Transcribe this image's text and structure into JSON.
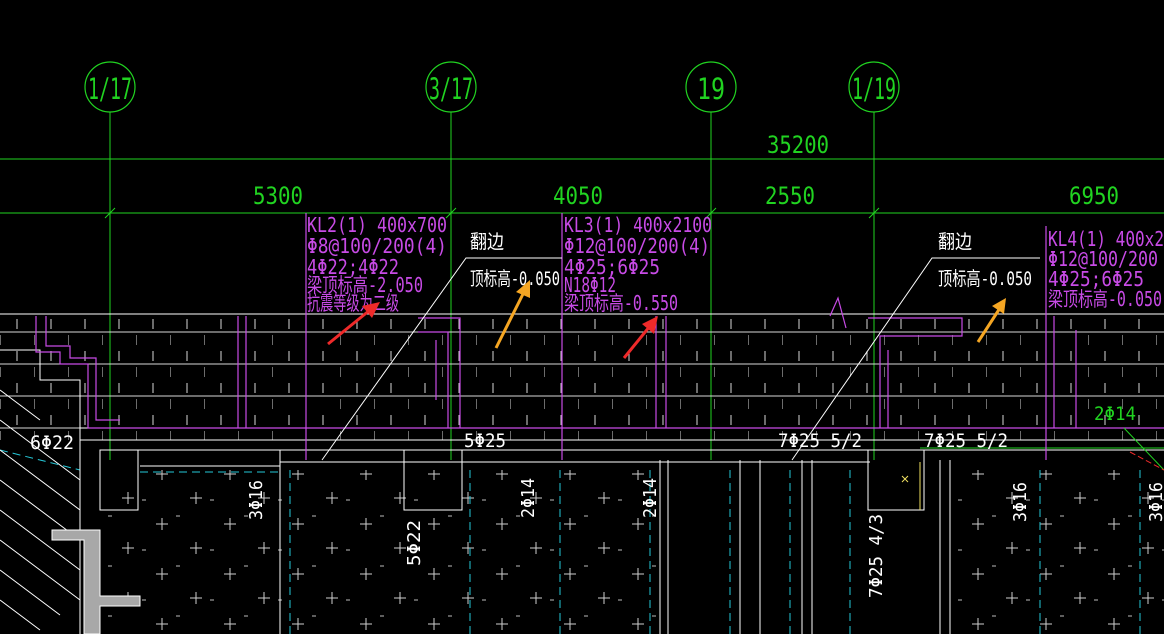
{
  "axes": [
    {
      "label": "1/17"
    },
    {
      "label": "3/17"
    },
    {
      "label": "19"
    },
    {
      "label": "1/19"
    }
  ],
  "dimensions": {
    "overall": "35200",
    "segments": [
      "5300",
      "4050",
      "2550",
      "6950"
    ]
  },
  "beams": {
    "kl2": {
      "line1": "KL2(1) 400x700",
      "line2": "Φ8@100/200(4)",
      "line3": "4Φ22;4Φ22",
      "line4": "梁顶标高-2.050",
      "line5": "抗震等级为二级"
    },
    "kl3": {
      "line1": "KL3(1) 400x2100",
      "line2": "Φ12@100/200(4)",
      "line3": "4Φ25;6Φ25",
      "line4": "N18Φ12",
      "line5": "梁顶标高-0.550"
    },
    "kl4": {
      "line1": "KL4(1) 400x2",
      "line2": "Φ12@100/200",
      "line3": "4Φ25;6Φ25",
      "line4": "梁顶标高-0.050"
    }
  },
  "notes": {
    "left": {
      "title": "翻边",
      "elevation": "顶标高-0.050"
    },
    "right": {
      "title": "翻边",
      "elevation": "顶标高-0.050"
    }
  },
  "rebar_labels": {
    "left_6phi22": "6Φ22",
    "mid_5phi25": "5Φ25",
    "mid_7phi25": "7Φ25 5/2",
    "right_7phi25": "7Φ25 5/2",
    "right_2phi14": "2Φ14",
    "v_3phi16_a": "3Φ16",
    "v_5phi22": "5Φ22",
    "v_2phi14_a": "2Φ14",
    "v_2phi14_b": "2Φ14",
    "v_7phi25": "7Φ25 4/3",
    "v_3phi16_b": "3Φ16",
    "v_3phi16_c": "3Φ16"
  },
  "colors": {
    "background": "#000000",
    "axis_line": "#21d321",
    "beam_annotation": "#c84be6",
    "outline": "#ffffff",
    "hatch": "#d8d8d8",
    "cyan": "#25c8d8",
    "arrow_red": "#ee2a2a",
    "arrow_orange": "#f5a623"
  }
}
